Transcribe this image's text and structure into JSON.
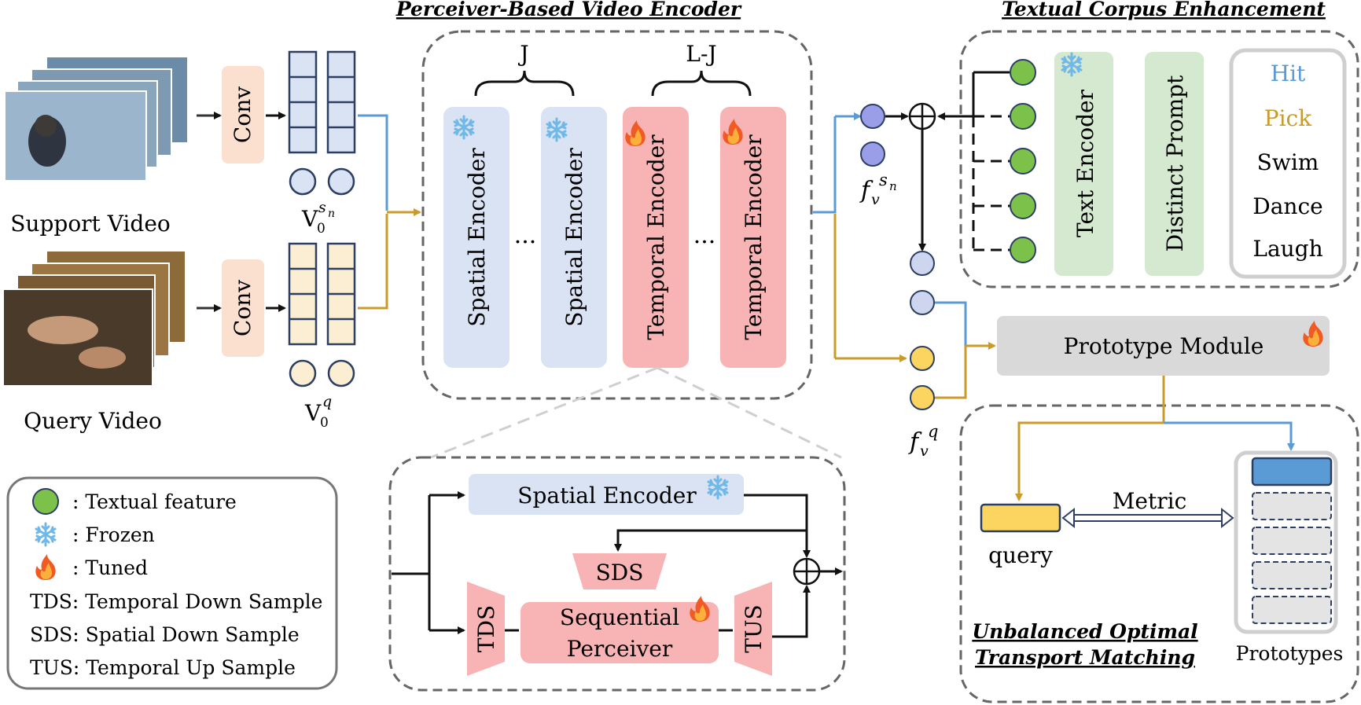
{
  "titles": {
    "encoder": "Perceiver-Based Video Encoder",
    "corpus": "Textual  Corpus Enhancement",
    "uot_line1": "Unbalanced Optimal",
    "uot_line2": "Transport Matching"
  },
  "inputs": {
    "support_label": "Support Video",
    "query_label": "Query Video",
    "conv": "Conv",
    "v_support": "V",
    "v_support_sub": "0",
    "v_support_sup": "s",
    "v_support_sup_sub": "n",
    "v_query": "V",
    "v_query_sub": "0",
    "v_query_sup": "q"
  },
  "encoder": {
    "j_label": "J",
    "lj_label": "L-J",
    "spatial": "Spatial Encoder",
    "temporal": "Temporal Encoder",
    "dots": "···"
  },
  "features": {
    "f": "f",
    "f_sub": "v",
    "support_sup": "s",
    "support_sup_sub": "n",
    "query_sup": "q"
  },
  "corpus": {
    "text_encoder": "Text Encoder",
    "distinct_prompt": "Distinct Prompt",
    "words": [
      {
        "text": "Hit",
        "color": "#5b9bd5"
      },
      {
        "text": "Pick",
        "color": "#c89b2a"
      },
      {
        "text": "Swim",
        "color": "#111111"
      },
      {
        "text": "Dance",
        "color": "#111111"
      },
      {
        "text": "Laugh",
        "color": "#111111"
      }
    ]
  },
  "prototype": {
    "module": "Prototype Module",
    "metric": "Metric",
    "query": "query",
    "prototypes": "Prototypes"
  },
  "detail": {
    "spatial_encoder": "Spatial Encoder",
    "sds": "SDS",
    "tds": "TDS",
    "tus": "TUS",
    "seq_line1": "Sequential",
    "seq_line2": "Perceiver"
  },
  "legend": [
    {
      "symbol": "textual-feature",
      "text": ": Textual feature"
    },
    {
      "symbol": "frozen",
      "text": ": Frozen"
    },
    {
      "symbol": "tuned",
      "text": ": Tuned"
    },
    {
      "symbol": "",
      "text": "TDS: Temporal Down Sample"
    },
    {
      "symbol": "",
      "text": "SDS: Spatial Down Sample"
    },
    {
      "symbol": "",
      "text": "TUS: Temporal Up Sample"
    }
  ],
  "colors": {
    "blue_line": "#5b9bd5",
    "gold_line": "#c89b2a",
    "spatial_fill": "#dae3f3",
    "temporal_fill": "#f8b4b4",
    "conv_fill": "#fbe0d0",
    "green_fill": "#d5e8d0",
    "green_dot": "#7cc24a",
    "purple_dot": "#9a9ee8",
    "gold_dot": "#fbd560",
    "proto_fill": "#d9d9d9"
  }
}
